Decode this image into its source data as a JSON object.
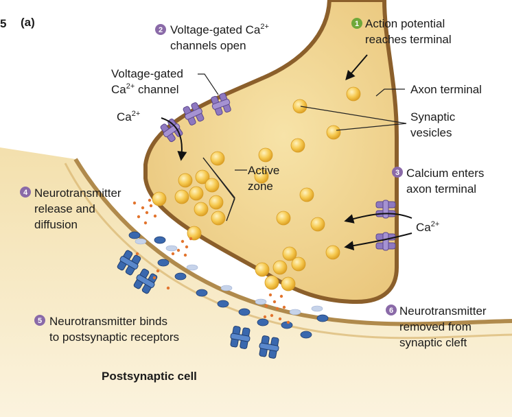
{
  "panel_label": "(a)",
  "edge_char": "5",
  "colors": {
    "badge_green": "#6fa83a",
    "badge_purple": "#8a6aa8",
    "cytoplasm": "#f0d48f",
    "membrane": "#8b5f2b",
    "vesicle": "#f4c24a",
    "channel": "#8e78c0",
    "receptor": "#3a68ae",
    "neurotransmitter": "#e2742e"
  },
  "steps": [
    {
      "number": "1",
      "color": "green",
      "lines": [
        "Action potential",
        "reaches terminal"
      ]
    },
    {
      "number": "2",
      "color": "purple",
      "lines": [
        "Voltage-gated Ca",
        "channels open"
      ],
      "superscript": "2+"
    },
    {
      "number": "3",
      "color": "purple",
      "lines": [
        "Calcium enters",
        "axon terminal"
      ]
    },
    {
      "number": "4",
      "color": "purple",
      "lines": [
        "Neurotransmitter",
        "release and",
        "diffusion"
      ]
    },
    {
      "number": "5",
      "color": "purple",
      "lines": [
        "Neurotransmitter binds",
        "to postsynaptic receptors"
      ]
    },
    {
      "number": "6",
      "color": "purple",
      "lines": [
        "Neurotransmitter",
        "removed from",
        "synaptic cleft"
      ]
    }
  ],
  "labels": {
    "vg_channel_line1": "Voltage-gated",
    "vg_channel_line2_base": "Ca",
    "vg_channel_sup": "2+",
    "vg_channel_line2_rest": " channel",
    "ca_left_base": "Ca",
    "ca_left_sup": "2+",
    "ca_right_base": "Ca",
    "ca_right_sup": "2+",
    "axon_terminal": "Axon terminal",
    "synaptic_vesicles_line1": "Synaptic",
    "synaptic_vesicles_line2": "vesicles",
    "active_zone_line1": "Active",
    "active_zone_line2": "zone",
    "postsynaptic_cell": "Postsynaptic cell"
  }
}
